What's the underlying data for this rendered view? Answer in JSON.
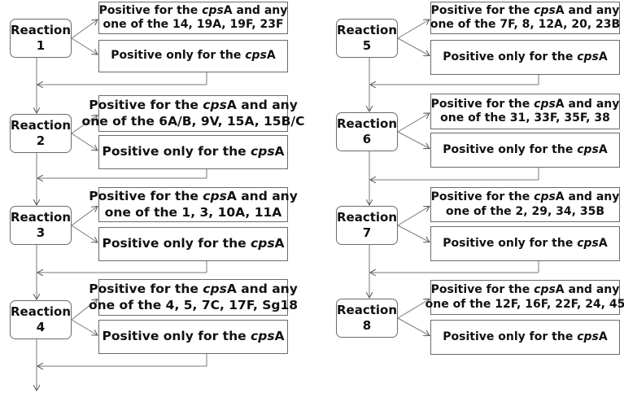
{
  "gene": "cps",
  "gene_suffix": "A",
  "positive_prefix": "Positive for the ",
  "positive_suffix": " and any",
  "only_prefix": "Positive only for the ",
  "reaction_word": "Reaction",
  "reactions": [
    {
      "number": "1",
      "serotypes": "one of the 14, 19A, 19F, 23F",
      "split_after": " and any"
    },
    {
      "number": "2",
      "serotypes": "one of the 6A/B, 9V, 15A, 15B/C"
    },
    {
      "number": "3",
      "serotypes": "one of the 1, 3, 10A, 11A"
    },
    {
      "number": "4",
      "serotypes": "one of the 4, 5, 7C, 17F, Sg18"
    },
    {
      "number": "5",
      "serotypes": "one of the 7F, 8, 12A, 20, 23B"
    },
    {
      "number": "6",
      "serotypes": "one of the 31, 33F, 35F, 38"
    },
    {
      "number": "7",
      "serotypes": "one of the 2, 29, 34, 35B"
    },
    {
      "number": "8",
      "serotypes": "one of the 12F, 16F, 22F, 24, 45"
    }
  ]
}
